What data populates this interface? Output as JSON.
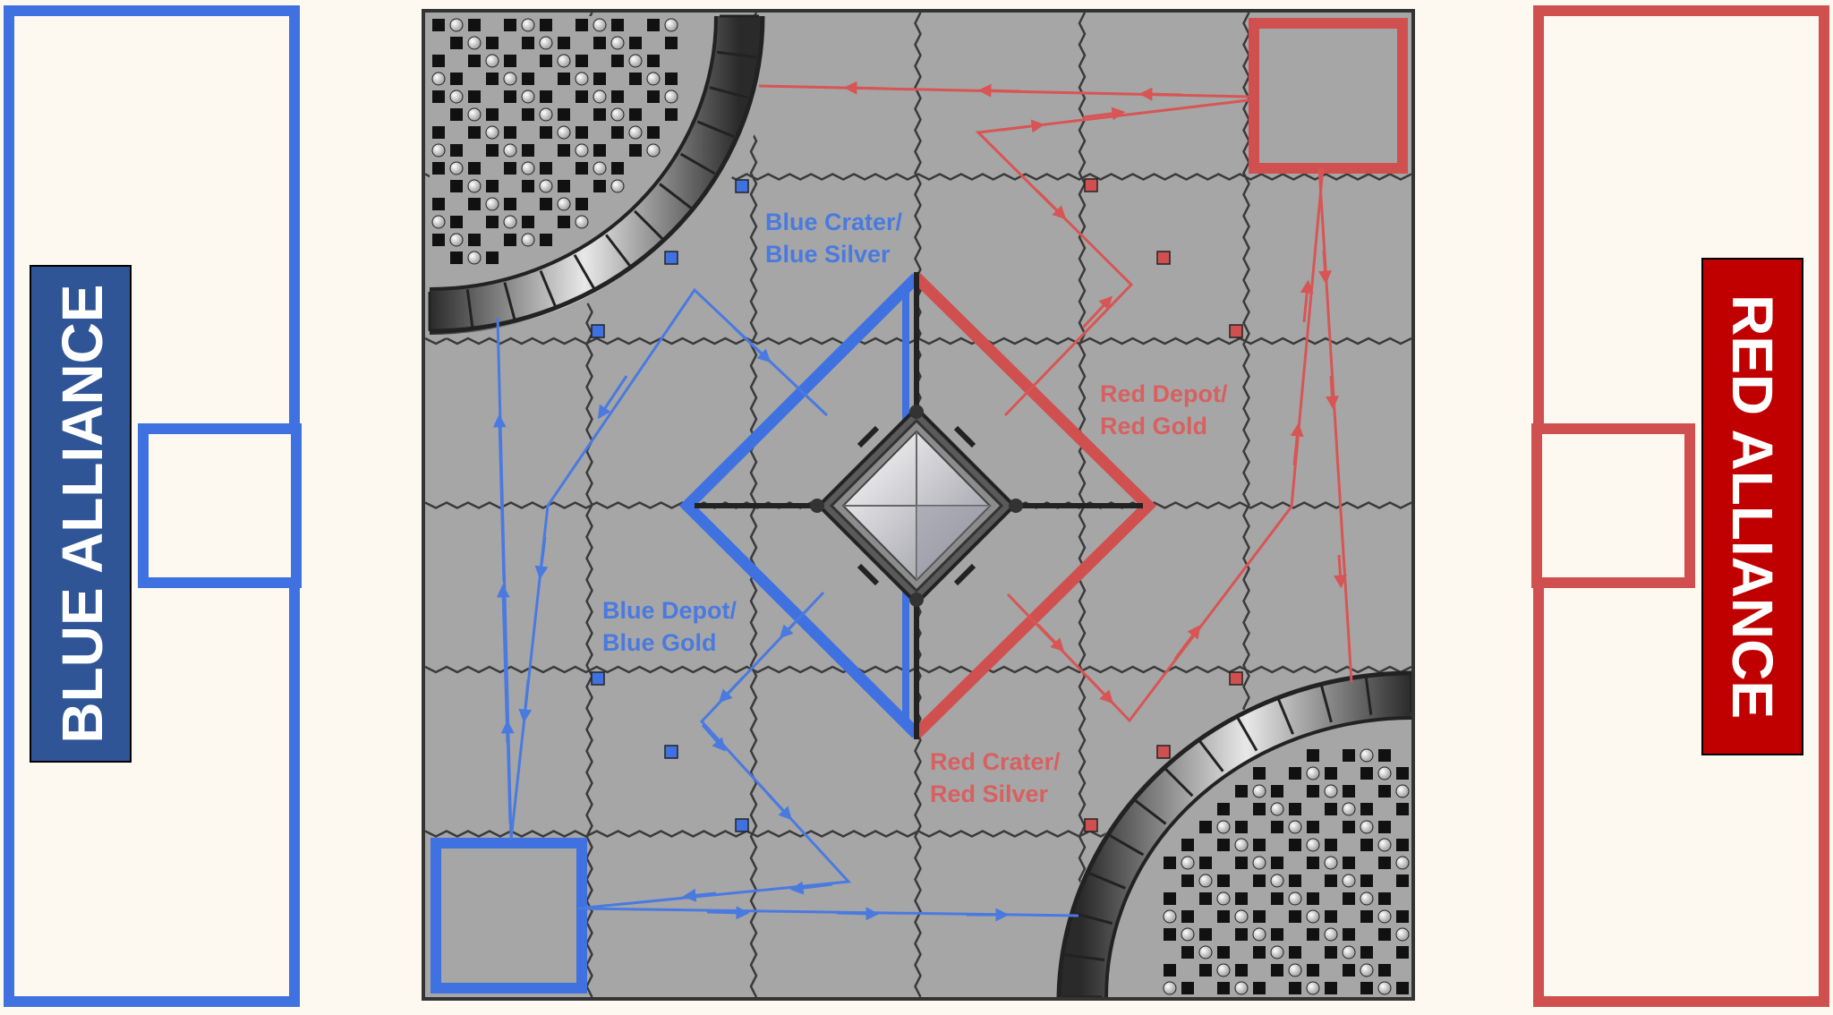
{
  "panels": {
    "blue": {
      "label": "BLUE ALLIANCE",
      "color": "#3f72e0",
      "banner_color": "#2f5597"
    },
    "red": {
      "label": "RED ALLIANCE",
      "color": "#d05050",
      "banner_color": "#c00000"
    }
  },
  "field": {
    "tile_color": "#a6a6a6",
    "seam_color": "#3a3a3a",
    "labels": {
      "blue_crater": [
        "Blue Crater/",
        "Blue Silver"
      ],
      "blue_depot": [
        "Blue Depot/",
        "Blue Gold"
      ],
      "red_depot": [
        "Red Depot/",
        "Red Gold"
      ],
      "red_crater": [
        "Red Crater/",
        "Red Silver"
      ]
    }
  },
  "colors": {
    "blue_label": "#4a7ae0",
    "red_label": "#d86060",
    "blue_path": "#4a7ae0",
    "red_path": "#d85555"
  },
  "icons": [
    "crater-icon",
    "depot-icon",
    "lander-icon",
    "path-arrow-icon"
  ]
}
